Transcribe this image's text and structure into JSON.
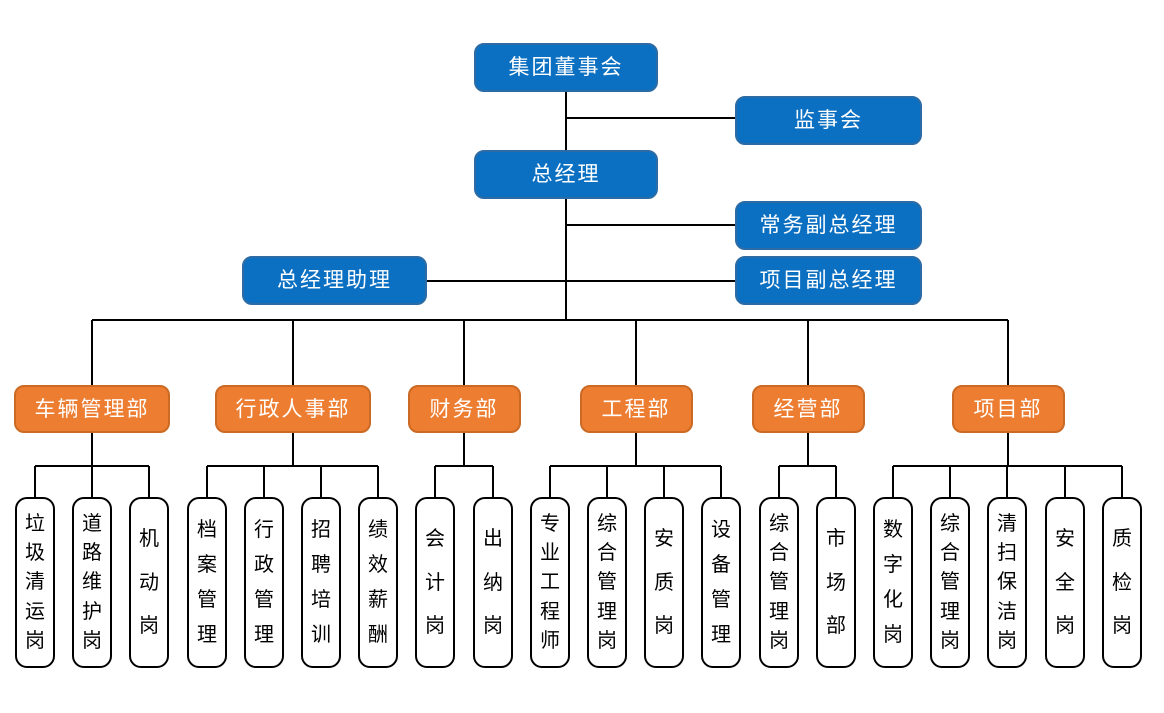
{
  "org_chart": {
    "root": {
      "label": "集团董事会"
    },
    "supervisory_board": {
      "label": "监事会"
    },
    "general_manager": {
      "label": "总经理"
    },
    "executive_deputy_gm": {
      "label": "常务副总经理"
    },
    "gm_assistant": {
      "label": "总经理助理"
    },
    "project_deputy_gm": {
      "label": "项目副总经理"
    },
    "departments": [
      {
        "label": "车辆管理部",
        "positions": [
          "垃圾清运岗",
          "道路维护岗",
          "机动岗"
        ]
      },
      {
        "label": "行政人事部",
        "positions": [
          "档案管理",
          "行政管理",
          "招聘培训",
          "绩效薪酬"
        ]
      },
      {
        "label": "财务部",
        "positions": [
          "会计岗",
          "出纳岗"
        ]
      },
      {
        "label": "工程部",
        "positions": [
          "专业工程师",
          "综合管理岗",
          "安质岗",
          "设备管理"
        ]
      },
      {
        "label": "经营部",
        "positions": [
          "综合管理岗",
          "市场部"
        ]
      },
      {
        "label": "项目部",
        "positions": [
          "数字化岗",
          "综合管理岗",
          "清扫保洁岗",
          "安全岗",
          "质检岗"
        ]
      }
    ]
  },
  "colors": {
    "executive_blue": "#0C70C2",
    "department_orange": "#ED7D31",
    "connector_line": "#000000",
    "node_text": "#FFFFFF",
    "position_text": "#000000",
    "position_border": "#000000",
    "background": "#FFFFFF"
  }
}
